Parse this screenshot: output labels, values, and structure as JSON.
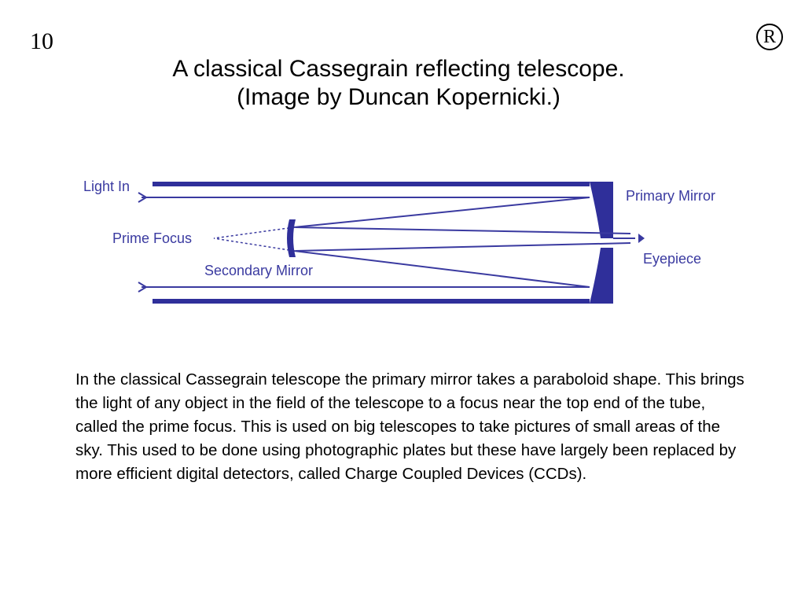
{
  "slide": {
    "number": "10",
    "registered_mark": "R"
  },
  "title": {
    "line1": "A classical Cassegrain reflecting telescope.",
    "line2": "(Image by Duncan Kopernicki.)"
  },
  "diagram": {
    "labels": {
      "light_in": "Light In",
      "primary_mirror": "Primary Mirror",
      "prime_focus": "Prime Focus",
      "eyepiece": "Eyepiece",
      "secondary_mirror": "Secondary Mirror"
    },
    "colors": {
      "ink": "#3a3aa0",
      "tube": "#2f2f9a"
    }
  },
  "body": {
    "paragraph": "In the classical Cassegrain telescope the primary mirror takes a paraboloid shape. This brings the light of any object in the field of the telescope to a focus near the top end of the tube, called the prime focus. This is used on big telescopes to take pictures of small areas of the sky. This used to be done using photographic plates but these have largely been replaced by more efficient digital detectors, called Charge Coupled Devices (CCDs)."
  }
}
